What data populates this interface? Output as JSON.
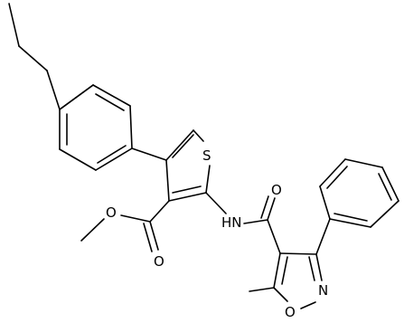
{
  "molecule": {
    "atom_labels": {
      "sulfur": "S",
      "carbonyl_oxygen_ester": "O",
      "ester_oxygen": "O",
      "amide_nh": "HN",
      "amide_oxygen": "O",
      "isoxazole_nitrogen": "N",
      "isoxazole_oxygen": "O"
    }
  }
}
